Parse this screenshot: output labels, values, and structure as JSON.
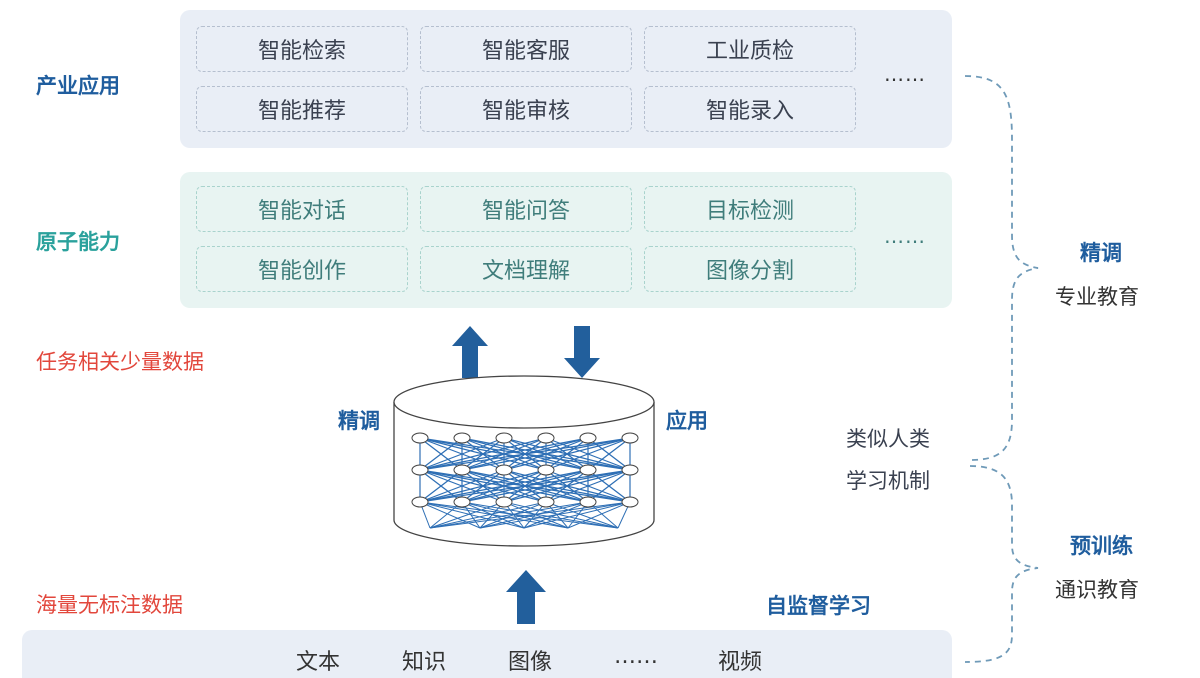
{
  "industry": {
    "label": "产业应用",
    "items": [
      "智能检索",
      "智能客服",
      "工业质检",
      "智能推荐",
      "智能审核",
      "智能录入"
    ],
    "more": "……"
  },
  "atomic": {
    "label": "原子能力",
    "items": [
      "智能对话",
      "智能问答",
      "目标检测",
      "智能创作",
      "文档理解",
      "图像分割"
    ],
    "more": "……"
  },
  "task_data_label": "任务相关少量数据",
  "massive_data_label": "海量无标注数据",
  "model": {
    "finetune_label": "精调",
    "apply_label": "应用"
  },
  "self_supervised_label": "自监督学习",
  "data_sources": [
    "文本",
    "知识",
    "图像",
    "……",
    "视频"
  ],
  "right": {
    "finetune": {
      "title": "精调",
      "subtitle": "专业教育"
    },
    "mechanism": {
      "line1": "类似人类",
      "line2": "学习机制"
    },
    "pretrain": {
      "title": "预训练",
      "subtitle": "通识教育"
    }
  },
  "colors": {
    "industry_label": "#1f5d9e",
    "atomic_label": "#2aa19c",
    "arrow": "#225f9c",
    "network": "#2e6fb5",
    "bracket": "#6f9ab8",
    "red_label": "#e2473c"
  }
}
